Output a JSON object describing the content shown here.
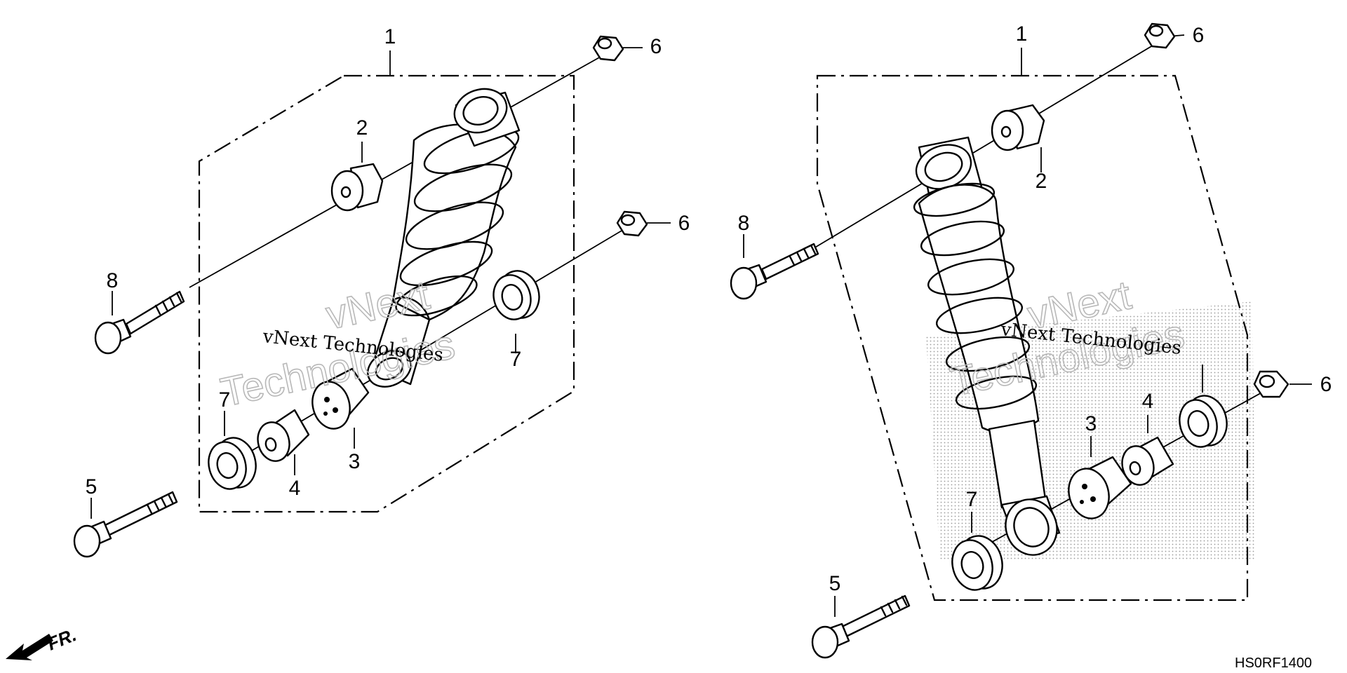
{
  "labels": {
    "part1": "1",
    "part2": "2",
    "part3": "3",
    "part4": "4",
    "part5": "5",
    "part6": "6",
    "part7": "7",
    "part8": "8"
  },
  "watermark": {
    "line": "vNext Technologies",
    "big_top": "vNext",
    "big_bottom": "Technologies"
  },
  "direction_label": "FR.",
  "diagram_code": "HS0RF1400",
  "colors": {
    "ink": "#000000",
    "watermark_outline": "#b8b8b8",
    "stipple": "#9a9a9a"
  },
  "icons": [
    "front-direction-arrow-icon",
    "bolt-icon",
    "flange-nut-icon",
    "shock-absorber-icon",
    "bushing-icon",
    "collar-icon",
    "dust-seal-icon"
  ]
}
